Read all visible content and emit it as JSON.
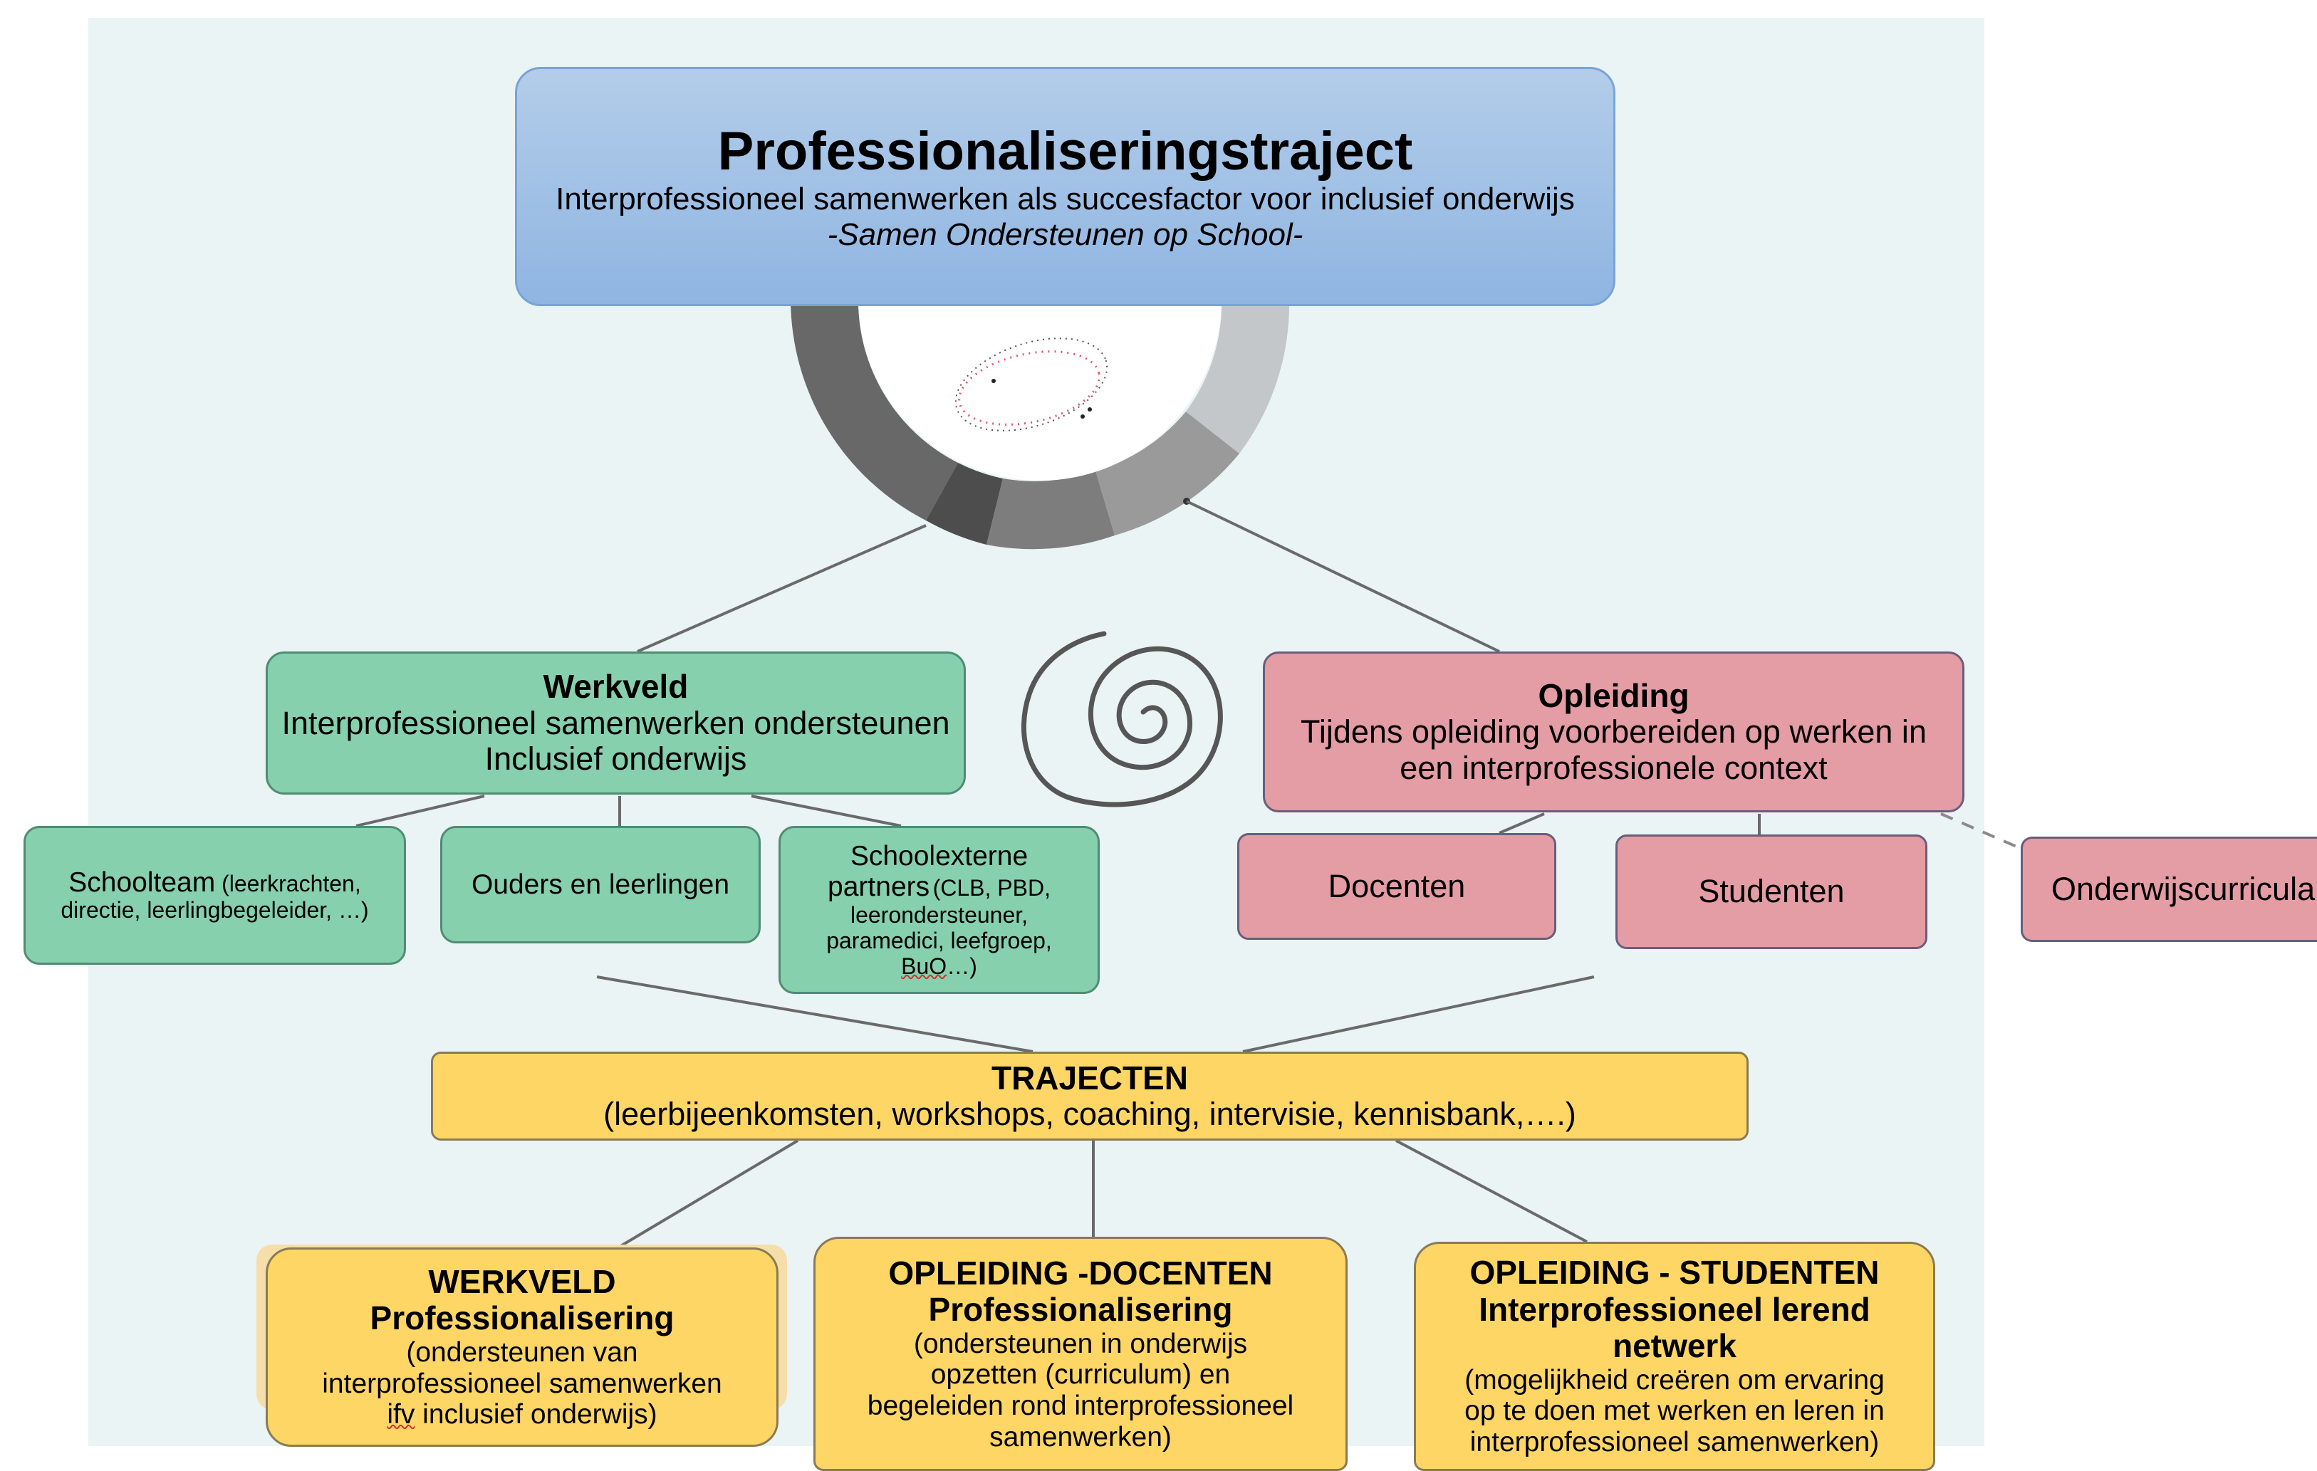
{
  "title": {
    "main": "Professionaliseringstraject",
    "subtitle": "Interprofessioneel samenwerken als succesfactor voor inclusief onderwijs",
    "tagline": "-Samen Ondersteunen op School-"
  },
  "werkveld": {
    "heading": "Werkveld",
    "line1": "Interprofessioneel samenwerken ondersteunen",
    "line2": "Inclusief onderwijs",
    "children": {
      "schoolteam_main": "Schoolteam",
      "schoolteam_detail_1": "(leerkrachten,",
      "schoolteam_detail_2": "directie, leerlingbegeleider, …)",
      "ouders": "Ouders en leerlingen",
      "externe_1": "Schoolexterne",
      "externe_2": "partners",
      "externe_3": "(CLB, PBD,",
      "externe_4": "leerondersteuner,",
      "externe_5": "paramedici, leefgroep,",
      "externe_6a": "BuO",
      "externe_6b": "…)"
    }
  },
  "opleiding": {
    "heading": "Opleiding",
    "line1": "Tijdens opleiding voorbereiden op werken in",
    "line2": "een interprofessionele context",
    "children": {
      "docenten": "Docenten",
      "studenten": "Studenten",
      "curricula": "Onderwijscurricula"
    }
  },
  "trajecten": {
    "heading": "TRAJECTEN",
    "detail": "(leerbijeenkomsten, workshops, coaching, intervisie, kennisbank,….)"
  },
  "bottom": {
    "werkveld": {
      "h1": "WERKVELD",
      "h2": "Professionalisering",
      "l1": "(ondersteunen van",
      "l2": "interprofessioneel samenwerken",
      "l3a": "ifv",
      "l3b": " inclusief onderwijs)"
    },
    "docenten": {
      "h1": "OPLEIDING -DOCENTEN",
      "h2": "Professionalisering",
      "l1": "(ondersteunen in onderwijs",
      "l2": "opzetten (curriculum) en",
      "l3": "begeleiden rond interprofessioneel",
      "l4": "samenwerken)"
    },
    "studenten": {
      "h1": "OPLEIDING - STUDENTEN",
      "h2": "Interprofessioneel lerend",
      "h3": "netwerk",
      "l1": "(mogelijkheid creëren om ervaring",
      "l2": "op te doen met werken en leren in",
      "l3": "interprofessioneel samenwerken)"
    }
  },
  "colors": {
    "blue": "#8fb5e2",
    "green": "#86d0ae",
    "pink": "#e49ca5",
    "yellow": "#fed666",
    "background": "#eaf4f4"
  },
  "icons": [
    "ring-logo",
    "spiral-icon"
  ]
}
